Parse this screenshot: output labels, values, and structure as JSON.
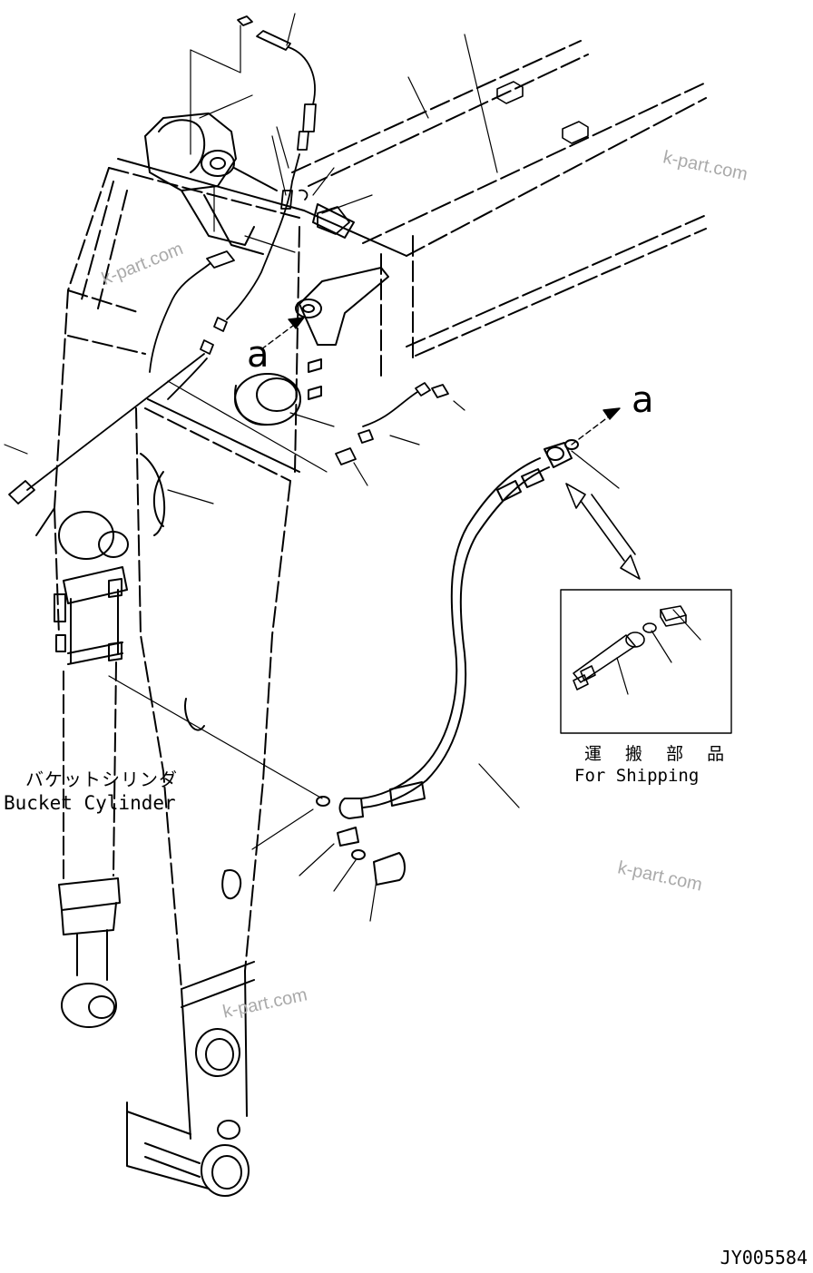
{
  "labels": {
    "bucket_cylinder_jp": "バケットシリンダ",
    "bucket_cylinder_en": "Bucket Cylinder",
    "for_shipping_jp": "運 搬 部 品",
    "for_shipping_en": "For Shipping",
    "reference_a_1": "a",
    "reference_a_2": "a",
    "drawing_number": "JY005584"
  },
  "watermarks": [
    "k-part.com",
    "k-part.com",
    "k-part.com",
    "k-part.com"
  ],
  "colors": {
    "line": "#000000",
    "background": "#ffffff",
    "watermark": "#aaaaaa"
  }
}
